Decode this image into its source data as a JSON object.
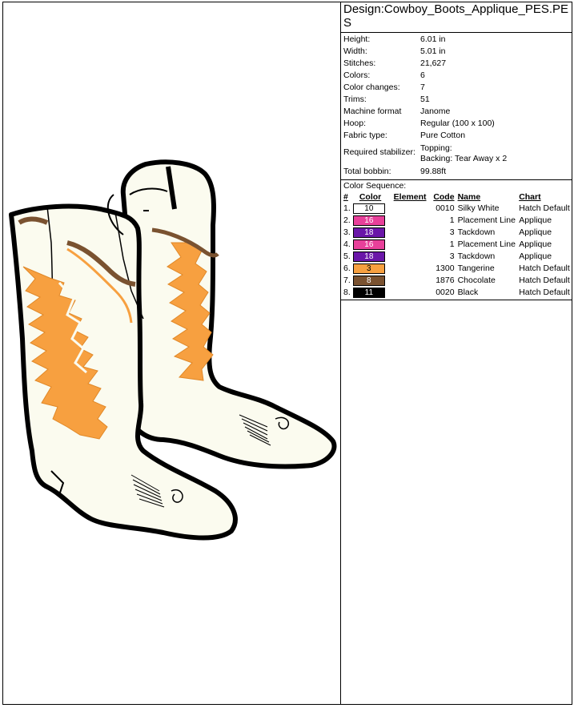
{
  "design": {
    "title": "Design:Cowboy_Boots_Applique_PES.PES"
  },
  "properties": [
    {
      "label": "Height:",
      "value": "6.01 in"
    },
    {
      "label": "Width:",
      "value": "5.01 in"
    },
    {
      "label": "Stitches:",
      "value": "21,627"
    },
    {
      "label": "Colors:",
      "value": "6"
    },
    {
      "label": "Color changes:",
      "value": "7"
    },
    {
      "label": "Trims:",
      "value": "51"
    },
    {
      "label": "Machine format",
      "value": "Janome"
    },
    {
      "label": "Hoop:",
      "value": "Regular (100 x 100)"
    },
    {
      "label": "Fabric type:",
      "value": "Pure Cotton"
    }
  ],
  "stabilizer": {
    "label": "Required stabilizer:",
    "line1": "Topping:",
    "line2": "Backing: Tear Away x 2"
  },
  "bobbin": {
    "label": "Total bobbin:",
    "value": "99.88ft"
  },
  "sequence": {
    "title": "Color Sequence:",
    "headers": {
      "num": "#",
      "color": "Color",
      "element": "Element",
      "code": "Code",
      "name": "Name",
      "chart": "Chart"
    },
    "rows": [
      {
        "num": "1.",
        "color": "10",
        "swatch": "#ffffff",
        "text": "#000000",
        "element": "",
        "code": "0010",
        "name": "Silky White",
        "chart": "Hatch Default"
      },
      {
        "num": "2.",
        "color": "16",
        "swatch": "#e8409a",
        "text": "#ffffff",
        "element": "",
        "code": "1",
        "name": "Placement Line",
        "chart": "Applique"
      },
      {
        "num": "3.",
        "color": "18",
        "swatch": "#6a16a8",
        "text": "#ffffff",
        "element": "",
        "code": "3",
        "name": "Tackdown",
        "chart": "Applique"
      },
      {
        "num": "4.",
        "color": "16",
        "swatch": "#e8409a",
        "text": "#ffffff",
        "element": "",
        "code": "1",
        "name": "Placement Line",
        "chart": "Applique"
      },
      {
        "num": "5.",
        "color": "18",
        "swatch": "#6a16a8",
        "text": "#ffffff",
        "element": "",
        "code": "3",
        "name": "Tackdown",
        "chart": "Applique"
      },
      {
        "num": "6.",
        "color": "3",
        "swatch": "#f7a040",
        "text": "#000000",
        "element": "",
        "code": "1300",
        "name": "Tangerine",
        "chart": "Hatch Default"
      },
      {
        "num": "7.",
        "color": "8",
        "swatch": "#7a5230",
        "text": "#ffffff",
        "element": "",
        "code": "1876",
        "name": "Chocolate",
        "chart": "Hatch Default"
      },
      {
        "num": "8.",
        "color": "11",
        "swatch": "#000000",
        "text": "#ffffff",
        "element": "",
        "code": "0020",
        "name": "Black",
        "chart": "Hatch Default"
      }
    ]
  },
  "palette": {
    "applique_fill": "#fbfbef",
    "orange": "#f7a040",
    "brown": "#7a5230",
    "outline": "#000000"
  }
}
